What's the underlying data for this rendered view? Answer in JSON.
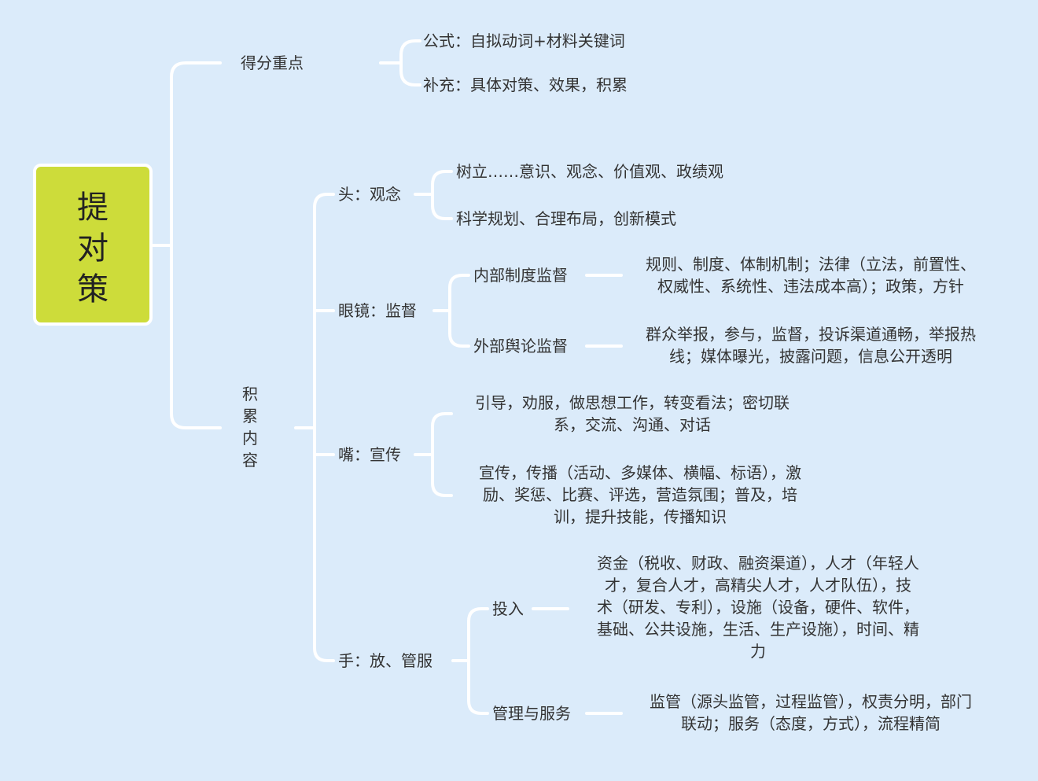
{
  "root": {
    "title_chars": [
      "提",
      "对",
      "策"
    ]
  },
  "branches": {
    "scoring": {
      "label": "得分重点",
      "items": [
        "公式：自拟动词+材料关键词",
        "补充：具体对策、效果，积累"
      ]
    },
    "accumulate": {
      "label_chars": [
        "积",
        "累",
        "内",
        "容"
      ],
      "head": {
        "label": "头：观念",
        "items": [
          "树立……意识、观念、价值观、政绩观",
          "科学规划、合理布局，创新模式"
        ]
      },
      "eyes": {
        "label": "眼镜：监督",
        "internal": {
          "label": "内部制度监督",
          "detail_lines": [
            "规则、制度、体制机制；法律（立法，前置性、",
            "权威性、系统性、违法成本高）；政策，方针"
          ]
        },
        "external": {
          "label": "外部舆论监督",
          "detail_lines": [
            "群众举报，参与，监督，投诉渠道通畅，举报热",
            "线；媒体曝光，披露问题，信息公开透明"
          ]
        }
      },
      "mouth": {
        "label": "嘴：宣传",
        "item1_lines": [
          "引导，劝服，做思想工作，转变看法；密切联",
          "系，交流、沟通、对话"
        ],
        "item2_lines": [
          "宣传，传播（活动、多媒体、横幅、标语），激",
          "励、奖惩、比赛、评选，营造氛围；普及，培",
          "训，提升技能，传播知识"
        ]
      },
      "hands": {
        "label": "手：放、管服",
        "invest": {
          "label": "投入",
          "detail_lines": [
            "资金（税收、财政、融资渠道），人才（年轻人",
            "才，复合人才，高精尖人才，人才队伍），技",
            "术（研发、专利），设施（设备，硬件、软件，",
            "基础、公共设施，生活、生产设施），时间、精",
            "力"
          ]
        },
        "manage": {
          "label": "管理与服务",
          "detail_lines": [
            "监管（源头监管，过程监管），权责分明，部门",
            "联动；服务（态度，方式），流程精简"
          ]
        }
      }
    }
  },
  "colors": {
    "background": "#dbebfa",
    "root_fill": "#cddc3a",
    "connector": "#ffffff",
    "text": "#333333"
  }
}
